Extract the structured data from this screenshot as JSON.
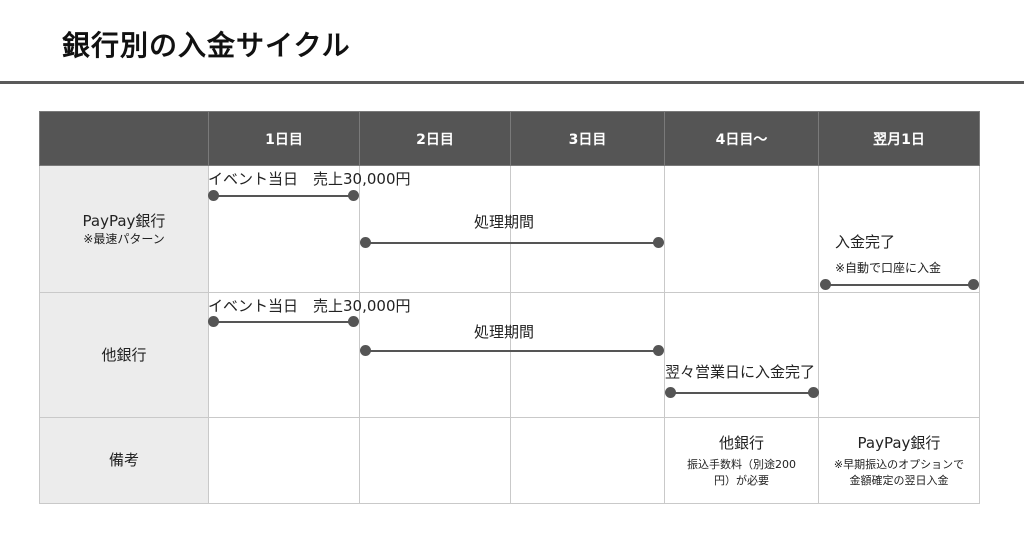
{
  "title": "銀行別の入金サイクル",
  "table": {
    "header": [
      "",
      "1日目",
      "2日目",
      "3日目",
      "4日目〜",
      "翌月1日"
    ],
    "rows": [
      {
        "label": "PayPay銀行",
        "sublabel": "※最速パターン"
      },
      {
        "label": "他銀行"
      },
      {
        "label": "備考"
      }
    ]
  },
  "timeline": {
    "paypay": {
      "sale": "イベント当日　売上30,000円",
      "processing": "処理期間",
      "complete": "入金完了",
      "complete_note": "※自動で口座に入金"
    },
    "other": {
      "sale": "イベント当日　売上30,000円",
      "processing": "処理期間",
      "complete": "翌々営業日に入金完了"
    }
  },
  "notes": {
    "other_bank": {
      "title": "他銀行",
      "body": "振込手数料（別途200円）が必要"
    },
    "paypay_bank": {
      "title": "PayPay銀行",
      "body_line1": "※早期振込のオプションで",
      "body_line2": "金額確定の翌日入金"
    }
  }
}
